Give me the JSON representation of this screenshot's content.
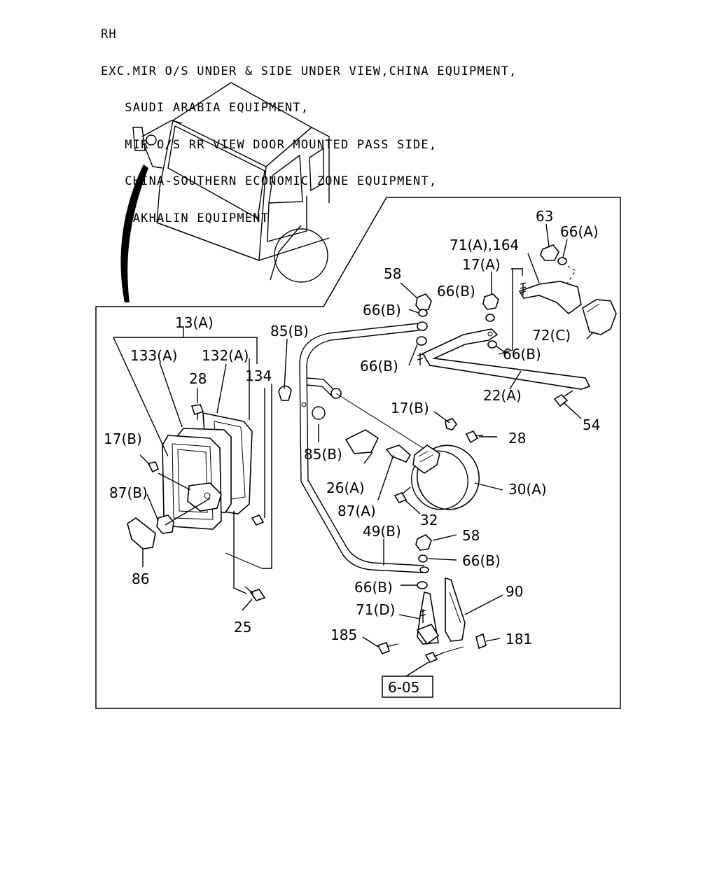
{
  "header": {
    "lines": [
      "RH",
      "EXC.MIR O/S UNDER & SIDE UNDER VIEW,CHINA EQUIPMENT,",
      "   SAUDI ARABIA EQUIPMENT,",
      "   MIR O/S RR VIEW DOOR MOUNTED PASS SIDE,",
      "   CHINA-SOUTHERN ECONOMIC ZONE EQUIPMENT,",
      "   SAKHALIN EQUIPMENT"
    ]
  },
  "callouts": {
    "c63": "63",
    "c66a": "66(A)",
    "c71a164": "71(A),164",
    "c17a": "17(A)",
    "c58top": "58",
    "c66b1": "66(B)",
    "c66b2": "66(B)",
    "c72c": "72(C)",
    "c66b3": "66(B)",
    "c66b4": "66(B)",
    "c22a": "22(A)",
    "c54": "54",
    "c13a": "13(A)",
    "c133a": "133(A)",
    "c132a": "132(A)",
    "c134": "134",
    "c85b1": "85(B)",
    "c28left": "28",
    "c17bleft": "17(B)",
    "c17bright": "17(B)",
    "c28right": "28",
    "c85b2": "85(B)",
    "c26a": "26(A)",
    "c30a": "30(A)",
    "c87b": "87(B)",
    "c87a": "87(A)",
    "c32": "32",
    "c49b": "49(B)",
    "c58bot": "58",
    "c66b5": "66(B)",
    "c86": "86",
    "c66b6": "66(B)",
    "c90": "90",
    "c71d": "71(D)",
    "c185": "185",
    "c181": "181",
    "c25": "25",
    "ref605": "6-05"
  }
}
